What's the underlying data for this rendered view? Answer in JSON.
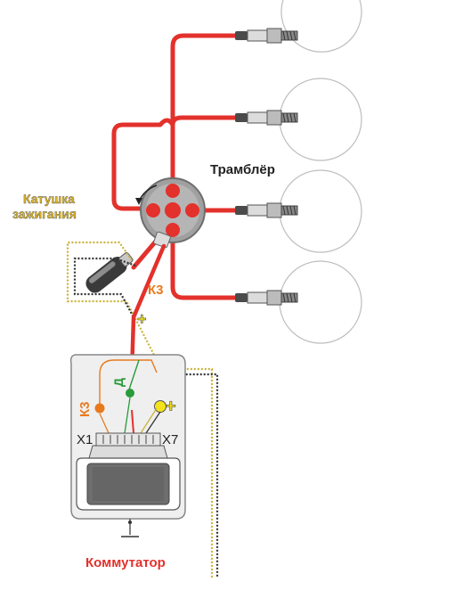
{
  "labels": {
    "distributor": "Трамблёр",
    "coil_line1": "Катушка",
    "coil_line2": "зажигания",
    "short_circuit_top": "К3",
    "short_circuit_left": "К3",
    "signal_d": "Д",
    "terminal_x1": "X1",
    "terminal_x7": "X7",
    "plus_top": "+",
    "plus_right": "+",
    "commutator": "Коммутатор"
  },
  "colors": {
    "hv_wire": "#e3312c",
    "rotor_body": "#9a9a9a",
    "coil_dash": "#c9b23a",
    "label_orange": "#e87a1e",
    "label_green": "#2a9b3a",
    "label_red": "#e3312c",
    "plus_yellow": "#f4e21a",
    "module_fill": "#eeeeee",
    "module_stroke": "#777777",
    "dark_block": "#6e6e6e"
  },
  "icons": [
    "spark-plug-icon",
    "ground-icon",
    "ignition-coil-icon",
    "rotor-arrow-icon"
  ]
}
